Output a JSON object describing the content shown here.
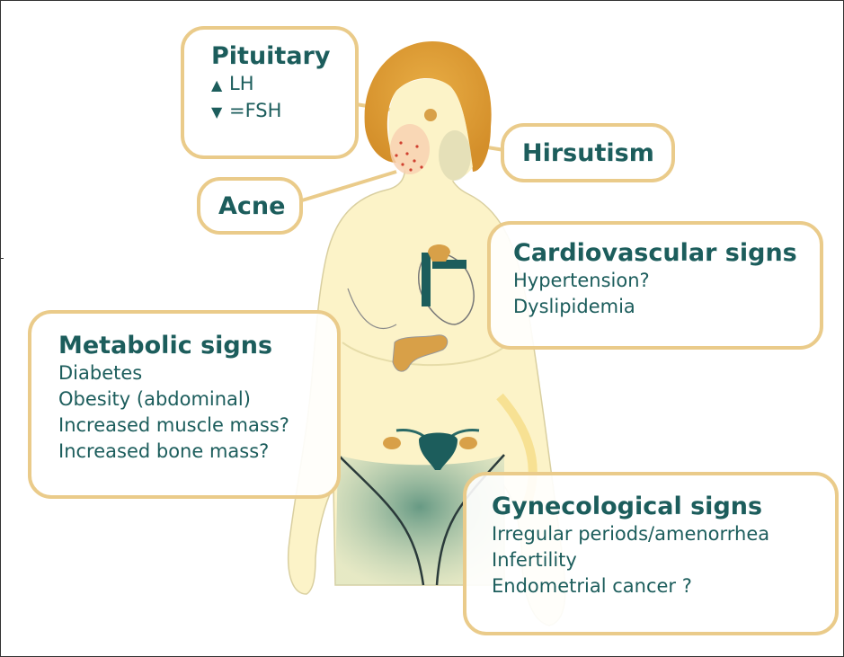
{
  "pituitary": {
    "title": "Pituitary",
    "lh": "LH",
    "fsh": "=FSH"
  },
  "hirsutism": {
    "title": "Hirsutism"
  },
  "acne": {
    "title": "Acne"
  },
  "cardiovascular": {
    "title": "Cardiovascular signs",
    "items": [
      "Hypertension?",
      "Dyslipidemia"
    ]
  },
  "metabolic": {
    "title": "Metabolic signs",
    "items": [
      "Diabetes",
      "Obesity (abdominal)",
      "Increased muscle mass?",
      "Increased bone mass?"
    ]
  },
  "gynecological": {
    "title": "Gynecological signs",
    "items": [
      "Irregular periods/amenorrhea",
      "Infertility",
      "Endometrial cancer ?"
    ]
  },
  "colors": {
    "label_text": "#1c5d5c",
    "box_border": "#eacb8a",
    "body_fill": "#fcf3c8",
    "hair": "#dc9a32",
    "organ": "#d8a048",
    "teal": "#1c5d5c"
  }
}
